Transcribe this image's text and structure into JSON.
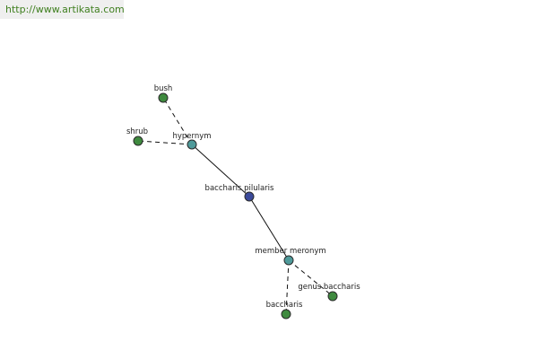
{
  "site": {
    "url_text": "http://www.artikata.com"
  },
  "colors": {
    "center": "#3b4a9a",
    "relation": "#4f9a9a",
    "leaf": "#3f8a3f",
    "watermark": "#3f7f1f"
  },
  "nodes": {
    "center": "baccharis pilularis",
    "hypernym": "hypernym",
    "member_meronym": "member meronym",
    "bush": "bush",
    "shrub": "shrub",
    "genus_baccharis": "genus baccharis",
    "baccharis": "baccharis"
  }
}
